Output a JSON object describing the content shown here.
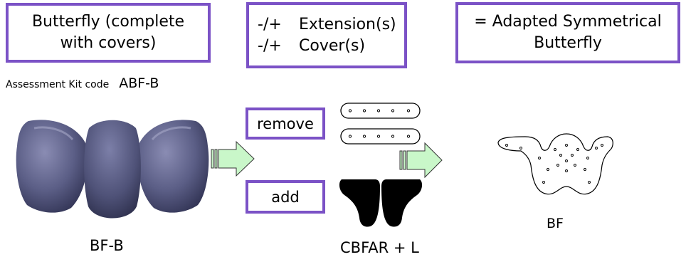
{
  "boxes": {
    "butterfly_complete": {
      "line1": "Butterfly (complete",
      "line2": "with covers)"
    },
    "changes": {
      "row1": {
        "op": "-/+",
        "text": "Extension(s)"
      },
      "row2": {
        "op": "-/+",
        "text": "Cover(s)"
      }
    },
    "result": {
      "line1": "=  Adapted Symmetrical",
      "line2": "Butterfly"
    }
  },
  "kit": {
    "label": "Assessment Kit code",
    "code": "ABF-B"
  },
  "actions": {
    "remove": "remove",
    "add": "add"
  },
  "parts": {
    "cushion": "BF-B",
    "extensions": "CBFAR + L",
    "result": "BF"
  },
  "colors": {
    "box_border": "#7b52c6",
    "arrow_fill": "#c9f7c9",
    "cushion": "#5b5e86",
    "part_black": "#000000"
  }
}
